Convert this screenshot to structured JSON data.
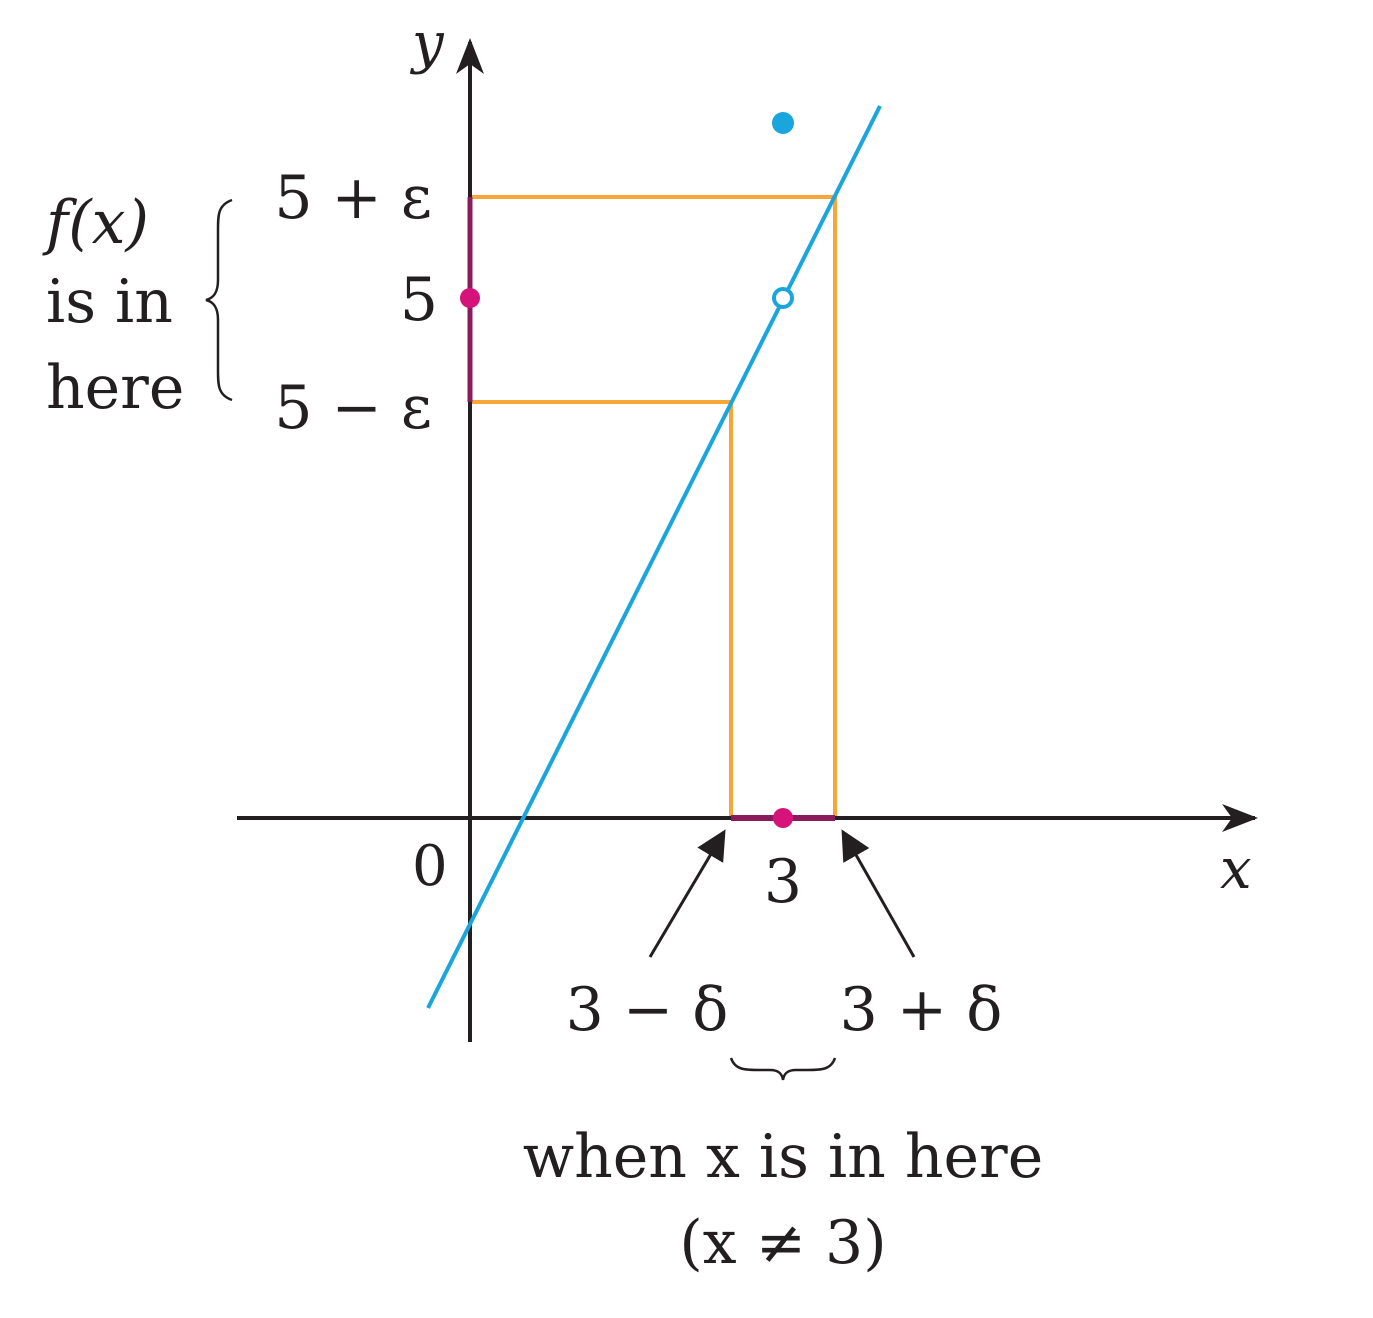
{
  "axes": {
    "x_label": "x",
    "y_label": "y",
    "origin_label": "0"
  },
  "y_ticks": {
    "upper": "5 + ε",
    "center": "5",
    "lower": "5 − ε"
  },
  "x_ticks": {
    "center": "3",
    "left": "3 − δ",
    "right": "3 + δ"
  },
  "left_note": {
    "line1": "f(x)",
    "line2": "is in",
    "line3": "here"
  },
  "bottom_note": {
    "line1": "when x is in here",
    "line2": "(x ≠ 3)"
  },
  "colors": {
    "curve": "#1aa5dc",
    "guides": "#f7a738",
    "highlight": "#d6137a",
    "interval": "#8a1c5e",
    "axis": "#231f20"
  },
  "icons": {
    "point_filled": "filled-dot",
    "point_open": "open-circle"
  }
}
